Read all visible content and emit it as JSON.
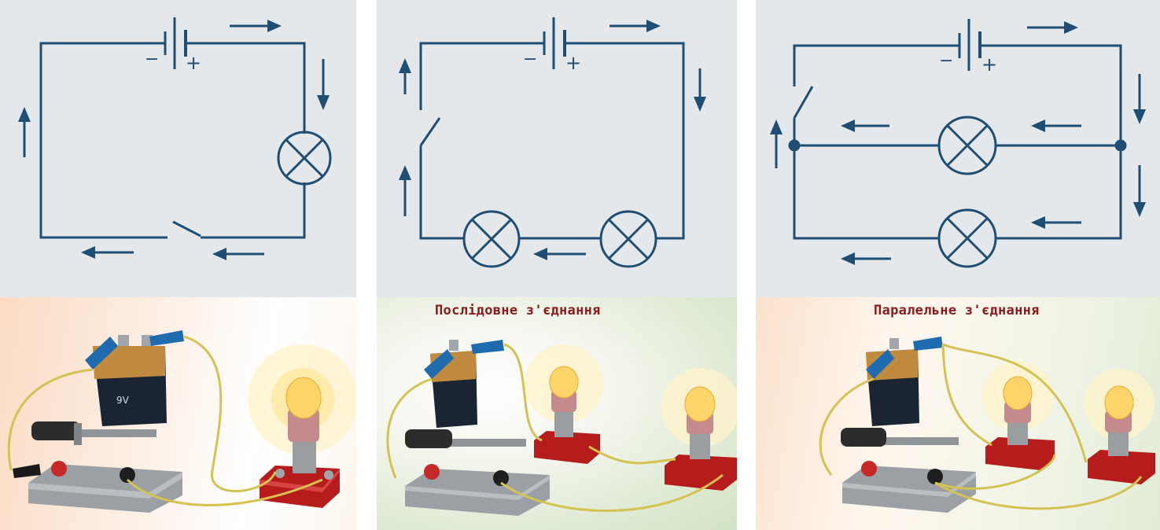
{
  "panels": [
    {
      "caption": ""
    },
    {
      "caption": "Послідовне з'єднання"
    },
    {
      "caption": "Паралельне з'єднання"
    }
  ],
  "battery_polarity": {
    "negative": "−",
    "positive": "+"
  },
  "colors": {
    "wire": "#1f4e74",
    "schematic_bg": "#e5e8eb",
    "caption": "#8b1a1a"
  },
  "battery_label": "9V"
}
